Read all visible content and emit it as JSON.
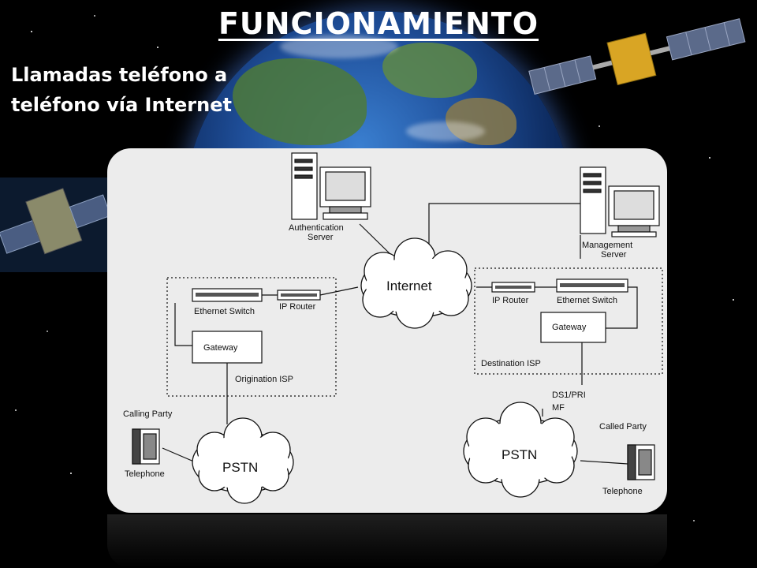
{
  "title": "FUNCIONAMIENTO",
  "subtitle_line1": "Llamadas teléfono a",
  "subtitle_line2": "teléfono vía Internet",
  "diagram": {
    "auth_server_line1": "Authentication",
    "auth_server_line2": "Server",
    "mgmt_server_line1": "Management",
    "mgmt_server_line2": "Server",
    "internet": "Internet",
    "origin_isp": "Origination ISP",
    "dest_isp": "Destination ISP",
    "ethernet_switch": "Ethernet Switch",
    "ip_router": "IP Router",
    "gateway": "Gateway",
    "pstn": "PSTN",
    "calling_party": "Calling Party",
    "called_party": "Called Party",
    "telephone": "Telephone",
    "ds1_line1": "DS1/PRI",
    "ds1_line2": "MF"
  }
}
